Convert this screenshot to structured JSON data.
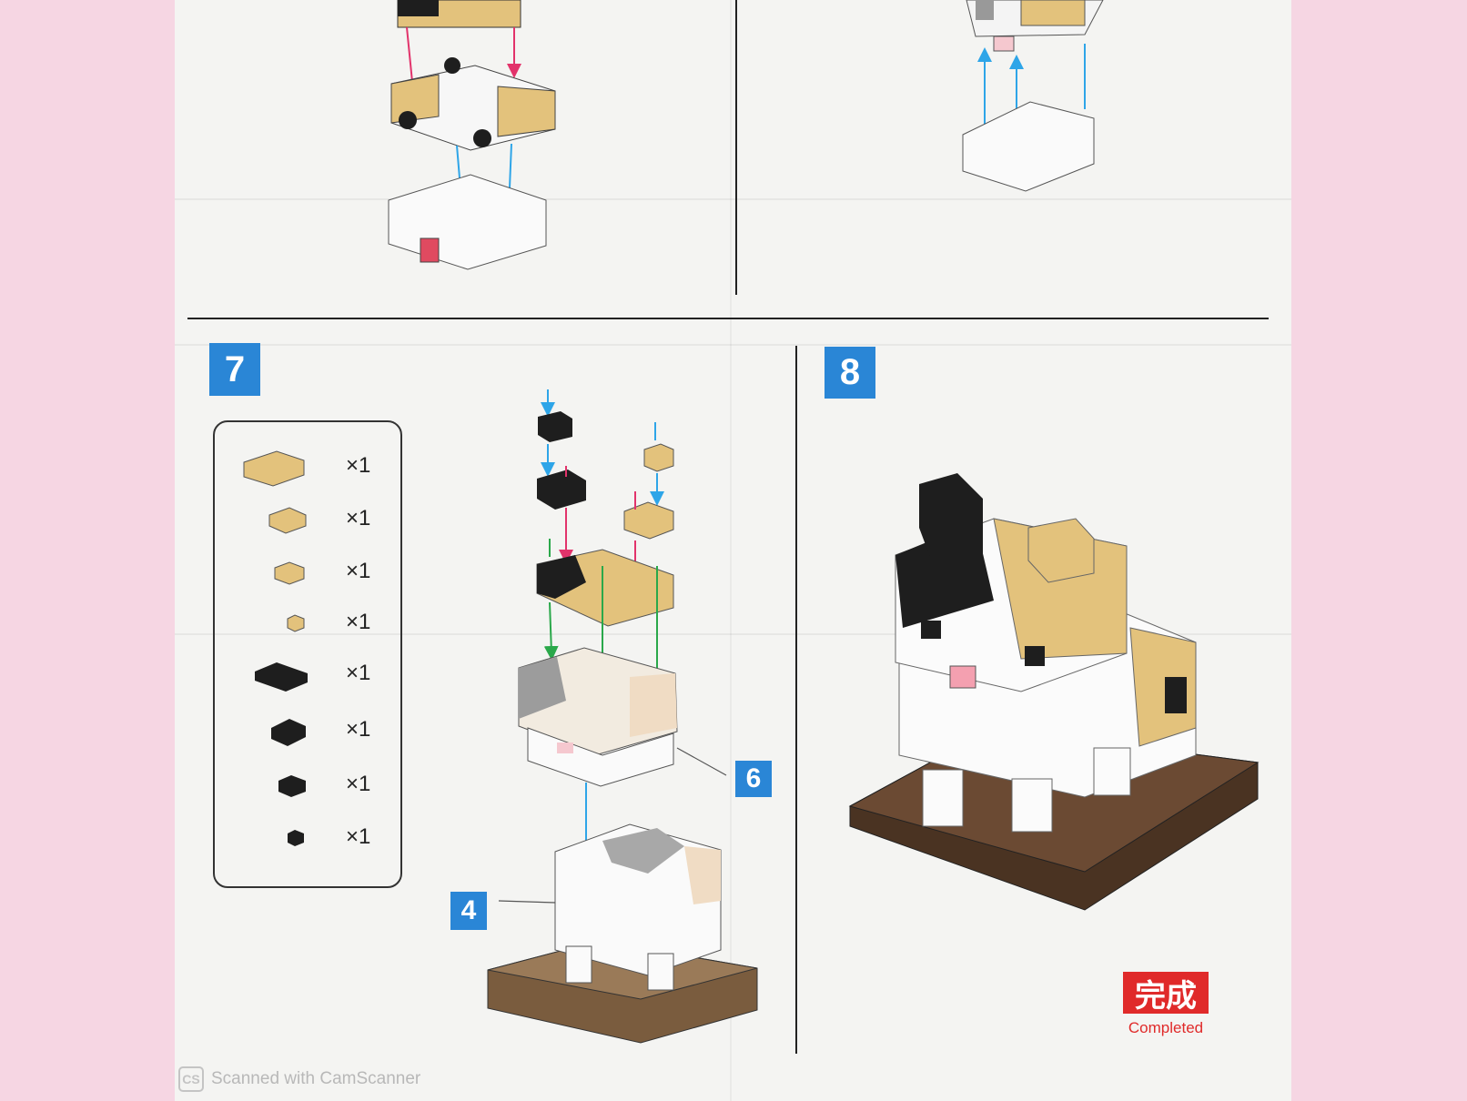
{
  "steps": {
    "step7": "7",
    "step8": "8",
    "ref6": "6",
    "ref4": "4"
  },
  "parts_list": [
    {
      "color": "tan",
      "qty": "×1"
    },
    {
      "color": "tan",
      "qty": "×1"
    },
    {
      "color": "tan",
      "qty": "×1"
    },
    {
      "color": "tan",
      "qty": "×1"
    },
    {
      "color": "black",
      "qty": "×1"
    },
    {
      "color": "black",
      "qty": "×1"
    },
    {
      "color": "black",
      "qty": "×1"
    },
    {
      "color": "black",
      "qty": "×1"
    }
  ],
  "completion": {
    "badge": "完成",
    "caption": "Completed"
  },
  "watermark": {
    "logo": "CS",
    "text": "Scanned with CamScanner"
  },
  "colors": {
    "background": "#f6d6e3",
    "step_blue": "#2a86d6",
    "tan_brick": "#e3c27c",
    "black_brick": "#1e1e1e",
    "brown_base": "#5a3d2a",
    "arrow_red": "#e2336b",
    "arrow_blue": "#2ea5e8",
    "arrow_green": "#2aa84a",
    "badge_red": "#e02a2a"
  }
}
